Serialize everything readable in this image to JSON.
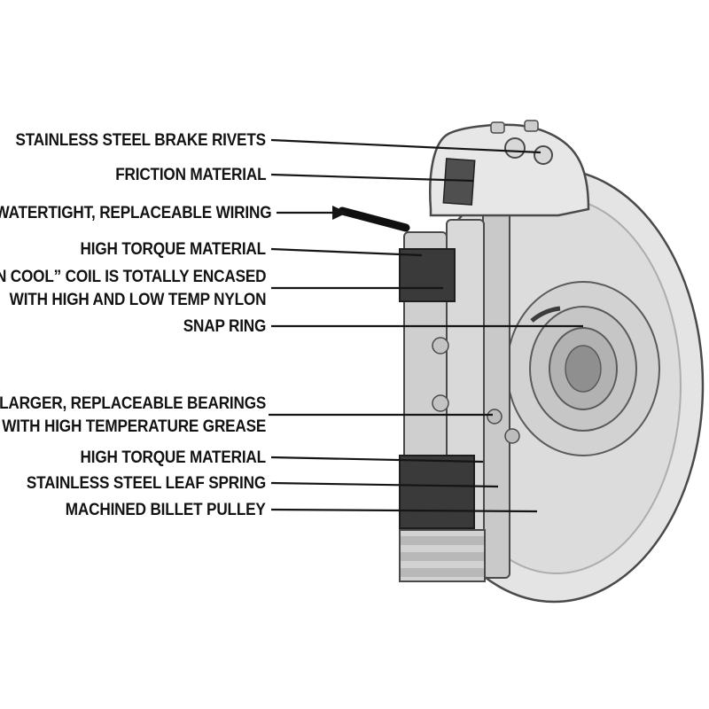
{
  "callouts": {
    "brake_rivets": {
      "text": "STAINLESS STEEL BRAKE RIVETS"
    },
    "friction_material": {
      "text": "FRICTION MATERIAL"
    },
    "wiring": {
      "text": "WATERTIGHT, REPLACEABLE WIRING"
    },
    "high_torque_top": {
      "text": "HIGH TORQUE MATERIAL"
    },
    "run_cool_coil": {
      "text": "“RUN COOL” COIL IS TOTALLY ENCASED",
      "text2": "WITH HIGH AND LOW TEMP NYLON"
    },
    "snap_ring": {
      "text": "SNAP RING"
    },
    "bearings": {
      "text": "LARGER, REPLACEABLE BEARINGS",
      "text2": "WITH HIGH TEMPERATURE GREASE"
    },
    "high_torque_bottom": {
      "text": "HIGH TORQUE MATERIAL"
    },
    "leaf_spring": {
      "text": "STAINLESS STEEL LEAF SPRING"
    },
    "billet_pulley": {
      "text": "MACHINED BILLET PULLEY"
    }
  },
  "colors": {
    "background": "#ffffff",
    "label_text": "#131313",
    "leader_line": "#151515",
    "body_light": "#e4e4e4",
    "body_mid": "#d2d2d2",
    "body_dark": "#b2b2b2",
    "outline": "#4a4a4a",
    "coil_dark": "#3a3a3a",
    "wire_black": "#101010"
  }
}
